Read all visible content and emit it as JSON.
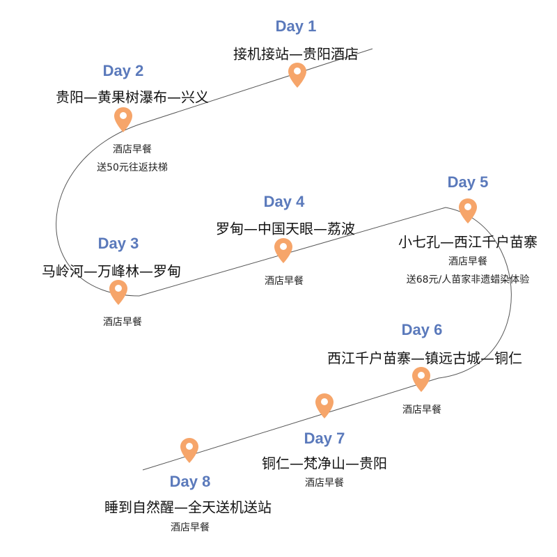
{
  "colors": {
    "day_label": "#5a79bb",
    "pin": "#f6a56a",
    "route": "#555555"
  },
  "days": [
    {
      "label": "Day 1",
      "title": "接机接站—贵阳酒店",
      "notes": []
    },
    {
      "label": "Day 2",
      "title": "贵阳—黄果树瀑布—兴义",
      "notes": [
        "酒店早餐",
        "送50元往返扶梯"
      ]
    },
    {
      "label": "Day 3",
      "title": "马岭河—万峰林—罗甸",
      "notes": [
        "酒店早餐"
      ]
    },
    {
      "label": "Day 4",
      "title": "罗甸—中国天眼—荔波",
      "notes": [
        "酒店早餐"
      ]
    },
    {
      "label": "Day 5",
      "title": "小七孔—西江千户苗寨",
      "notes": [
        "酒店早餐",
        "送68元/人苗家非遗蜡染体验"
      ]
    },
    {
      "label": "Day 6",
      "title": "西江千户苗寨—镇远古城—铜仁",
      "notes": [
        "酒店早餐"
      ]
    },
    {
      "label": "Day 7",
      "title": "铜仁—梵净山—贵阳",
      "notes": [
        "酒店早餐"
      ]
    },
    {
      "label": "Day 8",
      "title": "睡到自然醒—全天送机送站",
      "notes": [
        "酒店早餐"
      ]
    }
  ]
}
